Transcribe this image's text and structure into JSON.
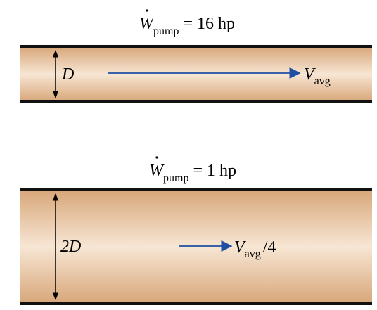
{
  "top_pipe": {
    "power": {
      "symbol": "W",
      "subscript": "pump",
      "equals": "=",
      "value": "16 hp"
    },
    "diameter": "D",
    "velocity": {
      "symbol": "V",
      "subscript": "avg",
      "suffix": ""
    }
  },
  "bottom_pipe": {
    "power": {
      "symbol": "W",
      "subscript": "pump",
      "equals": "=",
      "value": "1 hp"
    },
    "diameter": "2D",
    "velocity": {
      "symbol": "V",
      "subscript": "avg",
      "suffix": "/4"
    }
  },
  "colors": {
    "pipe_dark": "#d8a77a",
    "pipe_light": "#f7e6d4",
    "wall": "#111111",
    "flow_arrow": "#1f4fa3",
    "dimension_line": "#000000"
  }
}
